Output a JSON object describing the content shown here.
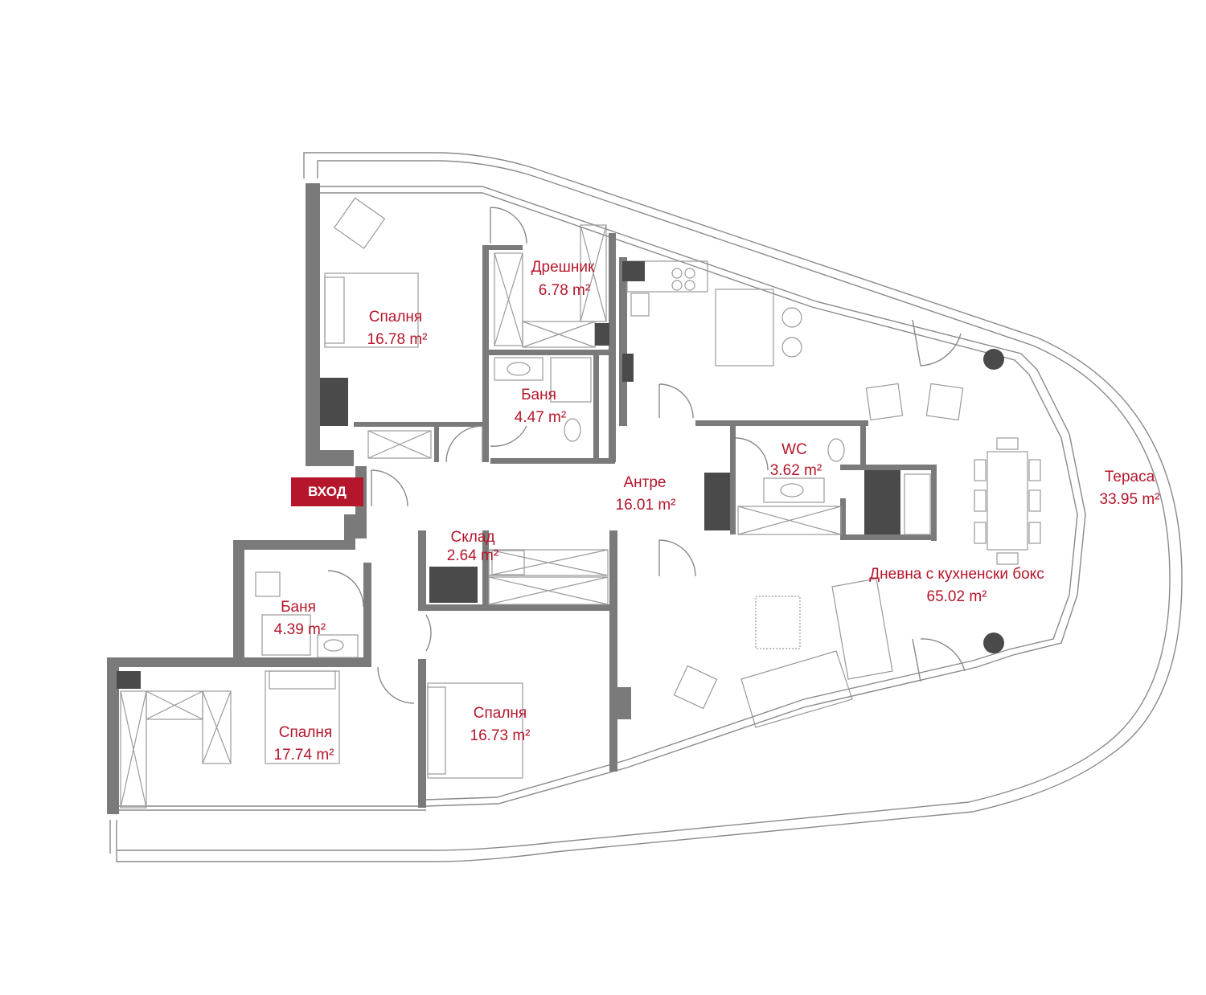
{
  "entrance": {
    "label": "ВХОД",
    "color": "#b5162b"
  },
  "label_color": "#b5162b",
  "rooms": [
    {
      "id": "bedroom-1",
      "name": "Спалня",
      "area": "16.78 m²"
    },
    {
      "id": "wardrobe",
      "name": "Дрешник",
      "area": "6.78 m²"
    },
    {
      "id": "bathroom-1",
      "name": "Баня",
      "area": "4.47 m²"
    },
    {
      "id": "wc",
      "name": "WC",
      "area": "3.62 m²"
    },
    {
      "id": "hall",
      "name": "Антре",
      "area": "16.01 m²"
    },
    {
      "id": "storage",
      "name": "Склад",
      "area": "2.64 m²"
    },
    {
      "id": "bathroom-2",
      "name": "Баня",
      "area": "4.39 m²"
    },
    {
      "id": "bedroom-2",
      "name": "Спалня",
      "area": "17.74 m²"
    },
    {
      "id": "bedroom-3",
      "name": "Спалня",
      "area": "16.73 m²"
    },
    {
      "id": "living",
      "name": "Дневна с кухненски бокс",
      "area": "65.02 m²"
    },
    {
      "id": "terrace",
      "name": "Тераса",
      "area": "33.95 m²"
    }
  ]
}
